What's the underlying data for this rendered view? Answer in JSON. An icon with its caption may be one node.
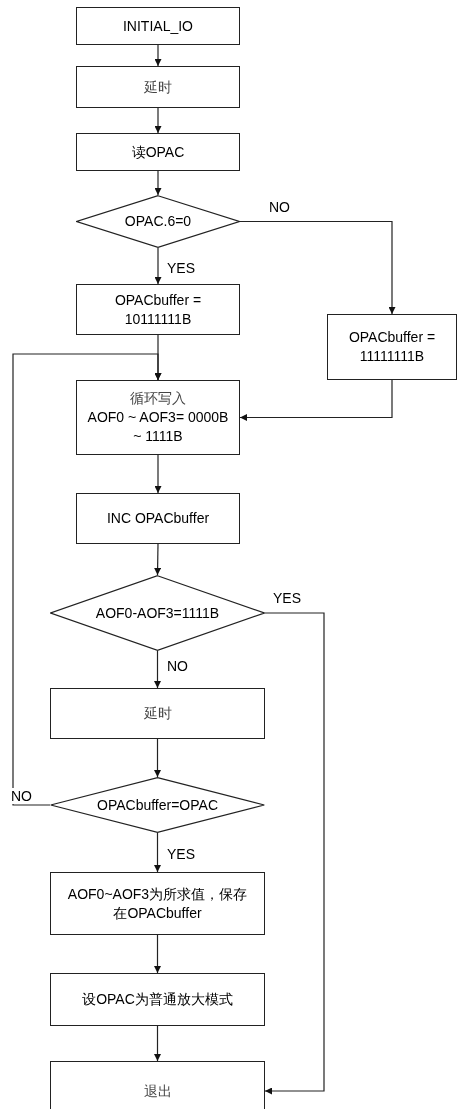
{
  "diagram": {
    "nodes": [
      {
        "text": [
          "INITIAL_IO"
        ]
      },
      {
        "text": [
          "延时"
        ]
      },
      {
        "text": [
          "读OPAC"
        ]
      },
      {
        "text": [
          "OPAC.6=0"
        ]
      },
      {
        "text": [
          "OPACbuffer = 10111111B"
        ]
      },
      {
        "text": [
          "OPACbuffer = 11111111B"
        ]
      },
      {
        "text": [
          "循环写入",
          "AOF0 ~ AOF3= 0000B ~ 1111B"
        ]
      },
      {
        "text": [
          "INC OPACbuffer"
        ]
      },
      {
        "text": [
          "AOF0-AOF3=1111B"
        ]
      },
      {
        "text": [
          "延时"
        ]
      },
      {
        "text": [
          "OPACbuffer=OPAC"
        ]
      },
      {
        "text": [
          "AOF0~AOF3为所求值，保存在OPACbuffer"
        ]
      },
      {
        "text": [
          "设OPAC为普通放大模式"
        ]
      },
      {
        "text": [
          "退出"
        ]
      }
    ],
    "edges": [
      {
        "from": 0,
        "to": 1,
        "arrow": "to"
      },
      {
        "from": 1,
        "to": 2,
        "arrow": "to"
      },
      {
        "from": 2,
        "to": 3,
        "arrow": "to"
      },
      {
        "from": 3,
        "to": 4,
        "arrow": "to",
        "label": "YES"
      },
      {
        "from": 3,
        "to": 5,
        "arrow": "to",
        "label": "NO"
      },
      {
        "from": 4,
        "to": 6,
        "arrow": "to"
      },
      {
        "from": 5,
        "to": 6,
        "arrow": "to"
      },
      {
        "from": 6,
        "to": 7,
        "arrow": "to"
      },
      {
        "from": 7,
        "to": 8,
        "arrow": "to"
      },
      {
        "from": 8,
        "to": 9,
        "arrow": "to",
        "label": "NO"
      },
      {
        "from": 8,
        "to": 13,
        "arrow": "to",
        "label": "YES"
      },
      {
        "from": 9,
        "to": 10,
        "arrow": "to"
      },
      {
        "from": 10,
        "to": 6,
        "arrow": "to",
        "label": "NO"
      },
      {
        "from": 10,
        "to": 11,
        "arrow": "to",
        "label": "YES"
      },
      {
        "from": 11,
        "to": 12,
        "arrow": "to"
      },
      {
        "from": 12,
        "to": 13,
        "arrow": "to"
      }
    ]
  }
}
